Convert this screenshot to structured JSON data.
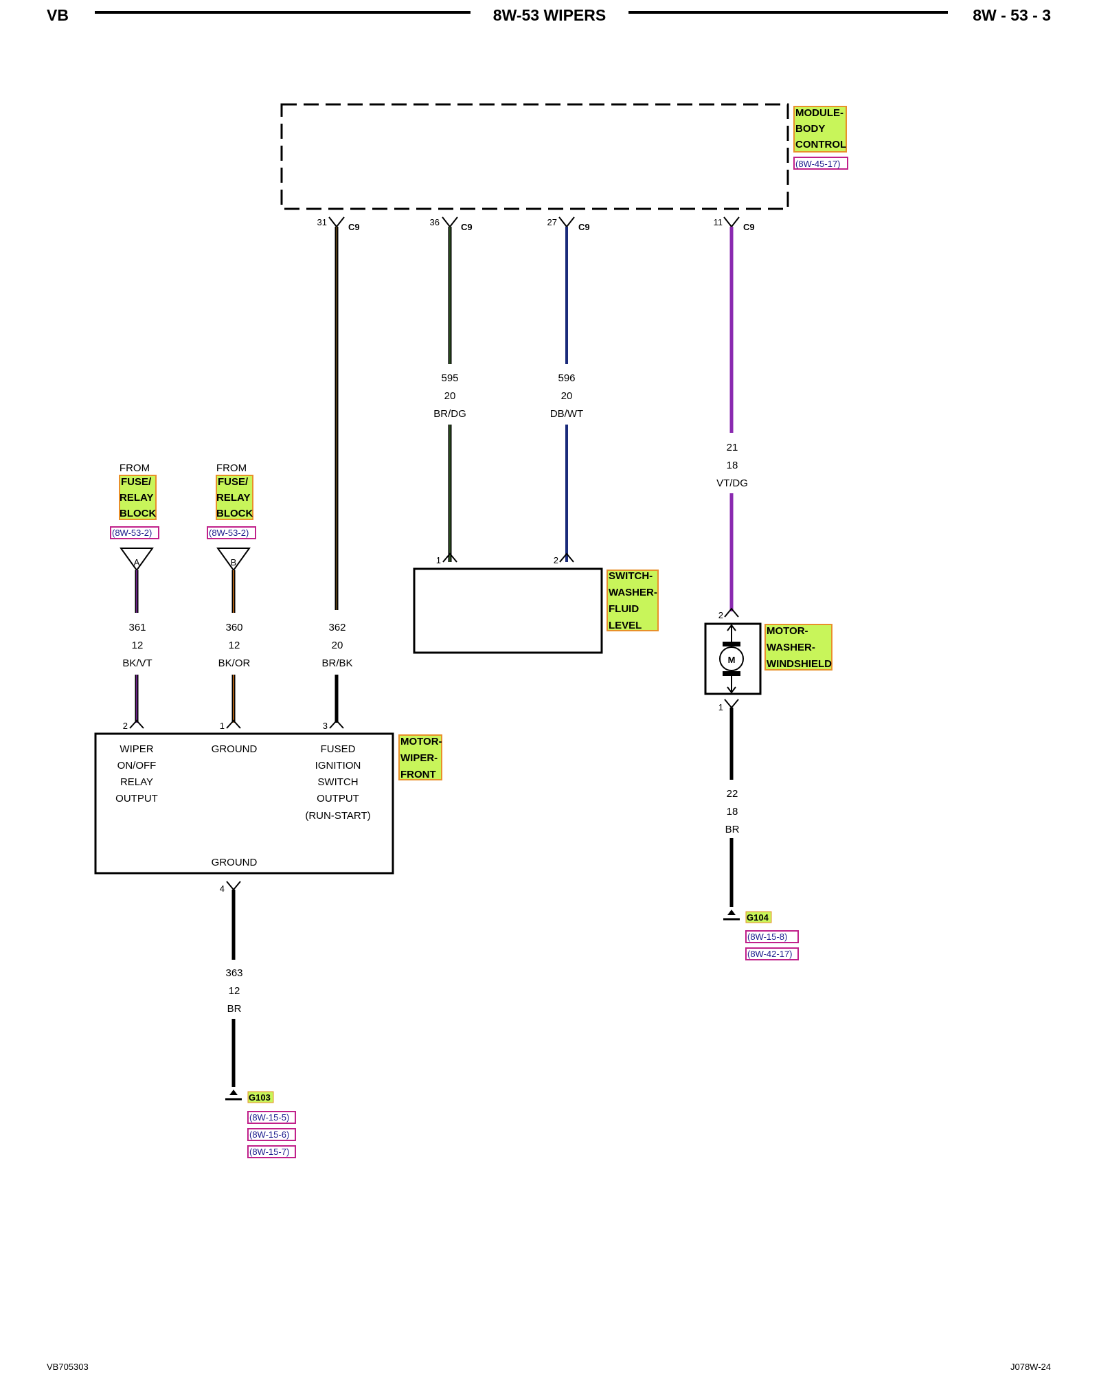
{
  "header": {
    "left": "VB",
    "title": "8W-53 WIPERS",
    "right": "8W - 53 - 3"
  },
  "footer": {
    "left": "VB705303",
    "right": "J078W-24"
  },
  "colors": {
    "highlight": "#c8f55a",
    "highlight_border": "#e8902a",
    "ref_border": "#c0208a",
    "ref_text": "#1a1a8c"
  },
  "module": {
    "name_lines": [
      "MODULE-",
      "BODY",
      "CONTROL"
    ],
    "ref": "(8W-45-17)"
  },
  "module_pins": [
    {
      "pin": "31",
      "conn": "C9"
    },
    {
      "pin": "36",
      "conn": "C9"
    },
    {
      "pin": "27",
      "conn": "C9"
    },
    {
      "pin": "11",
      "conn": "C9"
    }
  ],
  "wires": {
    "w595": {
      "circuit": "595",
      "gauge": "20",
      "color": "BR/DG"
    },
    "w596": {
      "circuit": "596",
      "gauge": "20",
      "color": "DB/WT"
    },
    "w21": {
      "circuit": "21",
      "gauge": "18",
      "color": "VT/DG"
    },
    "w361": {
      "circuit": "361",
      "gauge": "12",
      "color": "BK/VT"
    },
    "w360": {
      "circuit": "360",
      "gauge": "12",
      "color": "BK/OR"
    },
    "w362": {
      "circuit": "362",
      "gauge": "20",
      "color": "BR/BK"
    },
    "w363": {
      "circuit": "363",
      "gauge": "12",
      "color": "BR"
    },
    "w22": {
      "circuit": "22",
      "gauge": "18",
      "color": "BR"
    }
  },
  "fuse_a": {
    "from": "FROM",
    "name_lines": [
      "FUSE/",
      "RELAY",
      "BLOCK"
    ],
    "ref": "(8W-53-2)",
    "letter": "A"
  },
  "fuse_b": {
    "from": "FROM",
    "name_lines": [
      "FUSE/",
      "RELAY",
      "BLOCK"
    ],
    "ref": "(8W-53-2)",
    "letter": "B"
  },
  "switch": {
    "name_lines": [
      "SWITCH-",
      "WASHER-",
      "FLUID",
      "LEVEL"
    ],
    "pin1": "1",
    "pin2": "2"
  },
  "washer_motor": {
    "name_lines": [
      "MOTOR-",
      "WASHER-",
      "WINDSHIELD"
    ],
    "pin_top": "2",
    "pin_bottom": "1",
    "symbol": "M"
  },
  "wiper_motor": {
    "name_lines": [
      "MOTOR-",
      "WIPER-",
      "FRONT"
    ],
    "pins": [
      "2",
      "1",
      "3",
      "4"
    ],
    "fn_relay": [
      "WIPER",
      "ON/OFF",
      "RELAY",
      "OUTPUT"
    ],
    "fn_ground": "GROUND",
    "fn_ignition": [
      "FUSED",
      "IGNITION",
      "SWITCH",
      "OUTPUT",
      "(RUN-START)"
    ],
    "fn_ground_bottom": "GROUND"
  },
  "ground_g103": {
    "name": "G103",
    "refs": [
      "(8W-15-5)",
      "(8W-15-6)",
      "(8W-15-7)"
    ]
  },
  "ground_g104": {
    "name": "G104",
    "refs": [
      "(8W-15-8)",
      "(8W-42-17)"
    ]
  }
}
